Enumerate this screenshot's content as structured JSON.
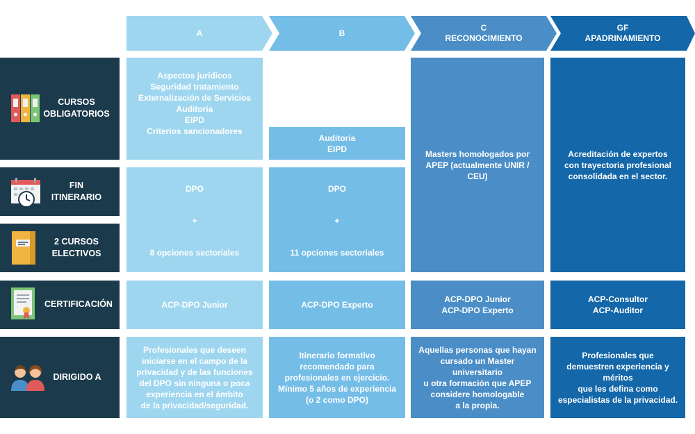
{
  "colors": {
    "row_label_bg": "#1b3a4b",
    "col_a": "#9fd6ef",
    "col_b": "#74bde7",
    "col_c": "#4b8ec7",
    "col_gf": "#1467a8"
  },
  "columns": [
    {
      "code": "A",
      "name": ""
    },
    {
      "code": "B",
      "name": ""
    },
    {
      "code": "C",
      "name": "RECONOCIMIENTO"
    },
    {
      "code": "GF",
      "name": "APADRINAMIENTO"
    }
  ],
  "rows": {
    "cursos_obligatorios": {
      "line1": "CURSOS",
      "line2": "OBLIGATORIOS",
      "icon": "binders-icon"
    },
    "fin_itinerario": {
      "line1": "FIN",
      "line2": "ITINERARIO",
      "icon": "calendar-clock-icon"
    },
    "cursos_electivos": {
      "line1": "2 CURSOS",
      "line2": "ELECTIVOS",
      "icon": "folder-icon"
    },
    "certificacion": {
      "line1": "CERTIFICACIÓN",
      "icon": "certificate-icon"
    },
    "dirigido_a": {
      "line1": "DIRIGIDO A",
      "icon": "people-icon"
    }
  },
  "cells": {
    "a_obligatorios": [
      "Aspectos jurídicos",
      "Seguridad tratamiento",
      "Externalización de Servicios",
      "Auditoria",
      "EIPD",
      "Criterios sancionadores"
    ],
    "b_obligatorios": [
      "Auditoria",
      "EIPD"
    ],
    "a_fin": {
      "top": "DPO",
      "plus": "+",
      "bottom": "8 opciones sectoriales"
    },
    "b_fin": {
      "top": "DPO",
      "plus": "+",
      "bottom": "11 opciones sectoriales"
    },
    "c_reconocimiento": [
      "Masters homologados por",
      "APEP (actualmente UNIR /",
      "CEU)"
    ],
    "gf_apadrinamiento": [
      "Acreditación de expertos",
      "con trayectoria profesional",
      "consolidada en el sector."
    ],
    "a_cert": [
      "ACP-DPO Junior"
    ],
    "b_cert": [
      "ACP-DPO Experto"
    ],
    "c_cert": [
      "ACP-DPO Junior",
      "ACP-DPO Experto"
    ],
    "gf_cert": [
      "ACP-Consultor",
      "ACP-Auditor"
    ],
    "a_dirigido": [
      "Profesionales que deseen",
      "iniciarse en el campo de la",
      "privacidad y de las funciones",
      "del DPO sin ninguna o poca",
      "experiencia en el ámbito",
      "de la privacidad/seguridad."
    ],
    "b_dirigido": [
      "Itinerario formativo",
      "recomendado para",
      "profesionales en ejercicio.",
      "Mínimo 5 años de experiencia",
      "(o 2 como DPO)"
    ],
    "c_dirigido": [
      "Aquellas personas que hayan",
      "cursado un Master",
      "universitario",
      "u otra formación que APEP",
      "considere homologable",
      "a la propia."
    ],
    "gf_dirigido": [
      "Profesionales que",
      "demuestren experiencia y",
      "méritos",
      "que les defina como",
      "especialistas de la privacidad."
    ]
  }
}
